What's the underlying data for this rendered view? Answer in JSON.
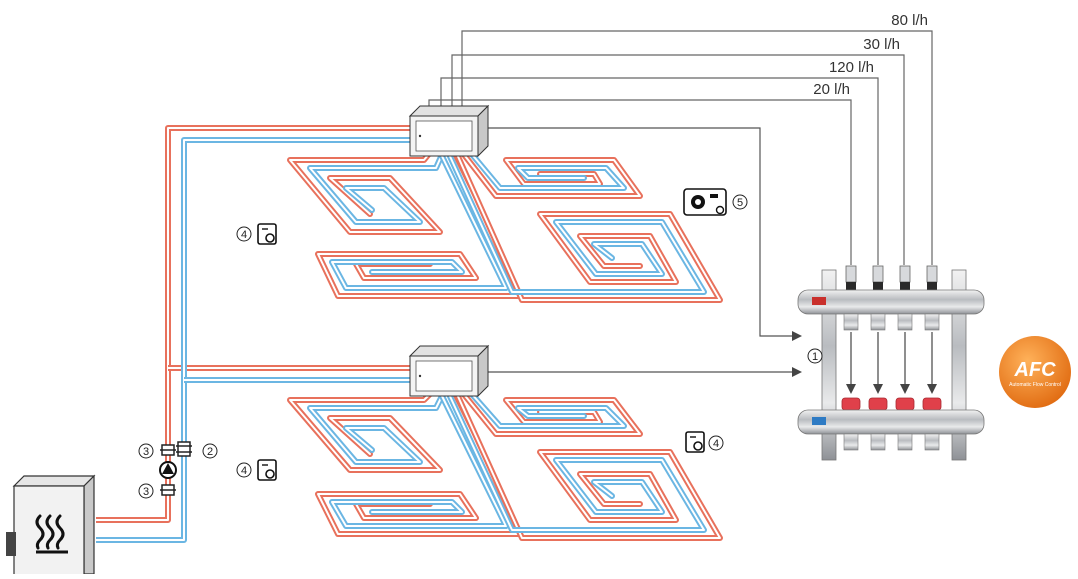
{
  "flow_labels": [
    "80 l/h",
    "30 l/h",
    "120 l/h",
    "20 l/h"
  ],
  "callouts": {
    "manifold": "1",
    "pump": "2",
    "valve": "3",
    "room_thermostat": "4",
    "controller": "5"
  },
  "badge": {
    "logo": "AFC",
    "tagline": "Automatic Flow Control",
    "color": "#f07d1a"
  },
  "colors": {
    "supply": "#e8715c",
    "return": "#6bb6e3",
    "signal": "#555555"
  },
  "icons": [
    "boiler-icon",
    "pump-icon",
    "valve-icon",
    "room-thermostat-icon",
    "controller-icon",
    "arrow-icon"
  ]
}
